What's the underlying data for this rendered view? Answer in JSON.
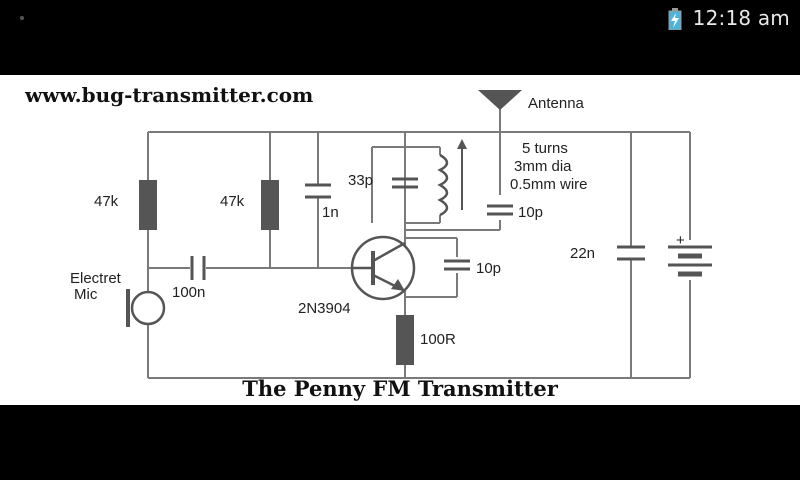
{
  "status_bar": {
    "time": "12:18 am",
    "icons": [
      "notification-dot-icon",
      "battery-charging-icon"
    ]
  },
  "image": {
    "site_url": "www.bug-transmitter.com",
    "title": "The Penny FM Transmitter",
    "labels": {
      "antenna": "Antenna",
      "coil_line1": "5 turns",
      "coil_line2": "3mm dia",
      "coil_line3": "0.5mm wire",
      "r1": "47k",
      "r2": "47k",
      "c_1n": "1n",
      "c_33p": "33p",
      "c_10p_top": "10p",
      "c_10p_mid": "10p",
      "c_22n": "22n",
      "mic_line1": "Electret",
      "mic_line2": "Mic",
      "c_100n": "100n",
      "transistor": "2N3904",
      "r_100": "100R",
      "battery_plus": "+"
    }
  },
  "colors": {
    "background": "#000000",
    "status_text": "#e8e8e8",
    "wire": "#7a7a7a",
    "component": "#555555",
    "text": "#222222"
  }
}
